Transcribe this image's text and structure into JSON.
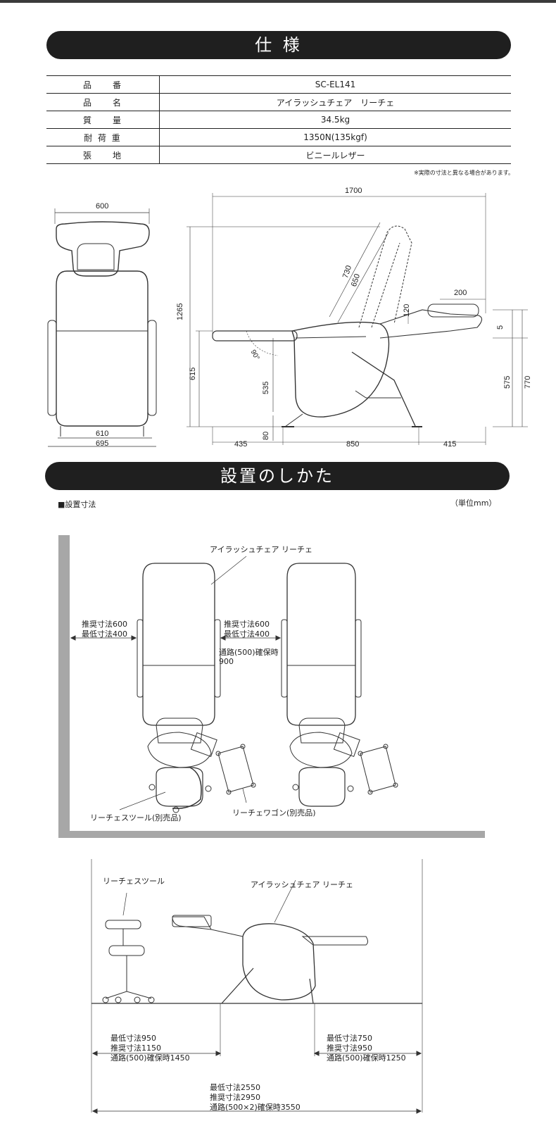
{
  "section_spec": {
    "title": "仕 様"
  },
  "spec_rows": [
    {
      "key": "品　　番",
      "value": "SC-EL141"
    },
    {
      "key": "品　　名",
      "value": "アイラッシュチェア　リーチェ"
    },
    {
      "key": "質　　量",
      "value": "34.5kg"
    },
    {
      "key": "耐 荷 重",
      "value": "1350N(135kgf)"
    },
    {
      "key": "張　　地",
      "value": "ビニールレザー"
    }
  ],
  "note": "※実際の寸法と異なる場合があります。",
  "front_view": {
    "d600": "600",
    "d610": "610",
    "d695": "695"
  },
  "side_view": {
    "d1700": "1700",
    "d1265": "1265",
    "d615": "615",
    "d535": "535",
    "d80": "80",
    "d435": "435",
    "d850": "850",
    "d415": "415",
    "d730": "730",
    "d650": "650",
    "d200": "200",
    "d120": "120",
    "d5": "5",
    "d575": "575",
    "d770": "770",
    "d90": "90°"
  },
  "section_install": {
    "title": "設置のしかた"
  },
  "install_label": "■設置寸法",
  "unit_label": "（単位mm）",
  "plan": {
    "chair_label": "アイラッシュチェア  リーチェ",
    "left_gap_1": "推奨寸法600",
    "left_gap_2": "最低寸法400",
    "mid_gap_1": "推奨寸法600",
    "mid_gap_2": "最低寸法400",
    "mid_gap_3": "通路(500)確保時",
    "mid_gap_4": "900",
    "stool_label": "リーチェスツール(別売品)",
    "wagon_label": "リーチェワゴン(別売品)"
  },
  "elevation": {
    "stool_label": "リーチェスツール",
    "chair_label": "アイラッシュチェア  リーチェ",
    "left_1": "最低寸法950",
    "left_2": "推奨寸法1150",
    "left_3": "通路(500)確保時1450",
    "right_1": "最低寸法750",
    "right_2": "推奨寸法950",
    "right_3": "通路(500)確保時1250",
    "total_1": "最低寸法2550",
    "total_2": "推奨寸法2950",
    "total_3": "通路(500×2)確保時3550"
  }
}
